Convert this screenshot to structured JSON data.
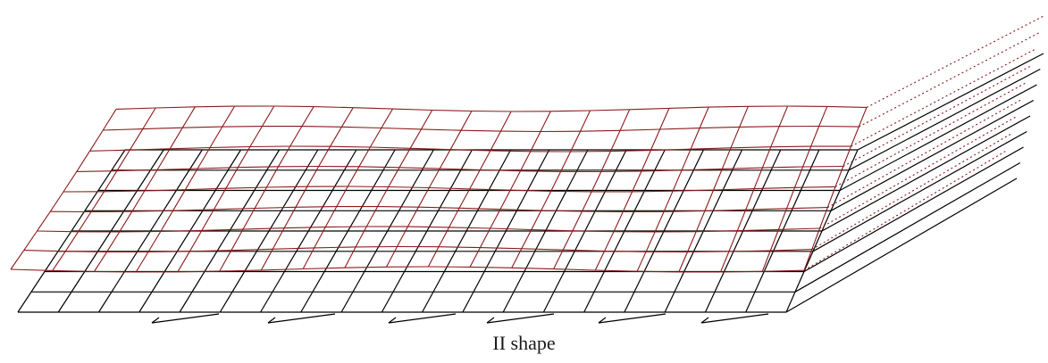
{
  "figure": {
    "caption": "II shape",
    "meshes": [
      {
        "name": "undeformed-mesh",
        "color": "#000000"
      },
      {
        "name": "deformed-mesh",
        "color": "#8b1a1a"
      }
    ]
  }
}
